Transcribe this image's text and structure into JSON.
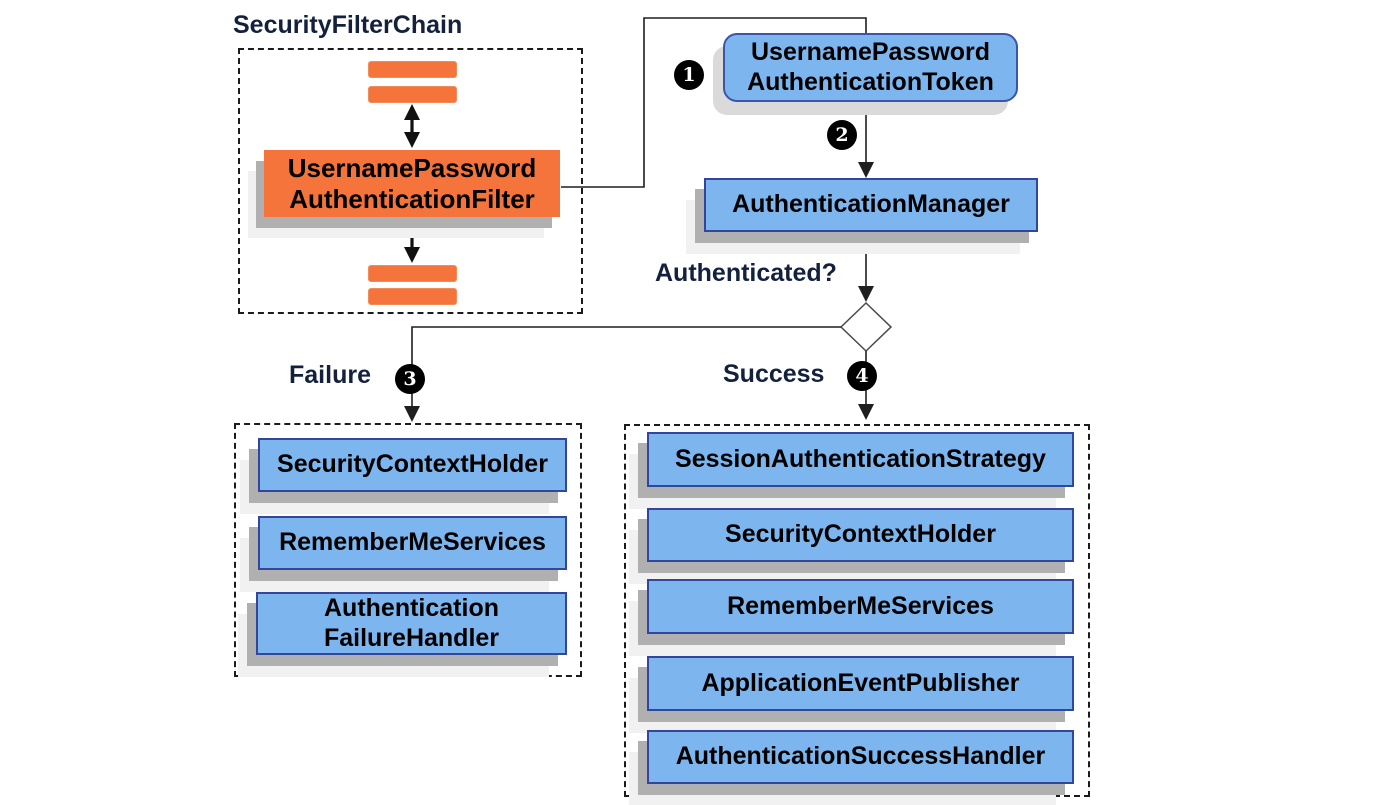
{
  "diagram_title": "SecurityFilterChain",
  "decision": {
    "question": "Authenticated?"
  },
  "branches": {
    "failure": {
      "label": "Failure",
      "badge": "3"
    },
    "success": {
      "label": "Success",
      "badge": "4"
    }
  },
  "steps": {
    "create_token": "1",
    "authenticate": "2"
  },
  "nodes": {
    "filter": "UsernamePassword\nAuthenticationFilter",
    "token": "UsernamePassword\nAuthenticationToken",
    "manager": "AuthenticationManager"
  },
  "failure_handlers": [
    "SecurityContextHolder",
    "RememberMeServices",
    "Authentication\nFailureHandler"
  ],
  "success_handlers": [
    "SessionAuthenticationStrategy",
    "SecurityContextHolder",
    "RememberMeServices",
    "ApplicationEventPublisher",
    "AuthenticationSuccessHandler"
  ],
  "colors": {
    "node_orange": "#f4743c",
    "node_blue_fill": "#7db6ef",
    "node_blue_border": "#34459c",
    "shadow_gray": "#b0b0b0",
    "label_navy": "#14213d"
  }
}
